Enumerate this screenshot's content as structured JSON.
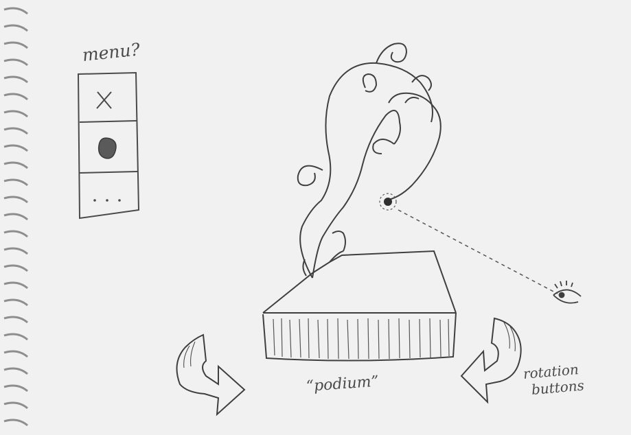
{
  "annotations": {
    "menu_label": "menu?",
    "podium_label": "“podium”",
    "rotation_label_line1": "rotation",
    "rotation_label_line2": "buttons"
  },
  "menu": {
    "items": [
      {
        "icon": "close-icon"
      },
      {
        "icon": "filled-circle-icon"
      },
      {
        "icon": "more-icon"
      }
    ]
  },
  "colors": {
    "paper": "#f1f1f1",
    "pencil": "#4a4a4a",
    "binding": "#9a9a9a"
  }
}
